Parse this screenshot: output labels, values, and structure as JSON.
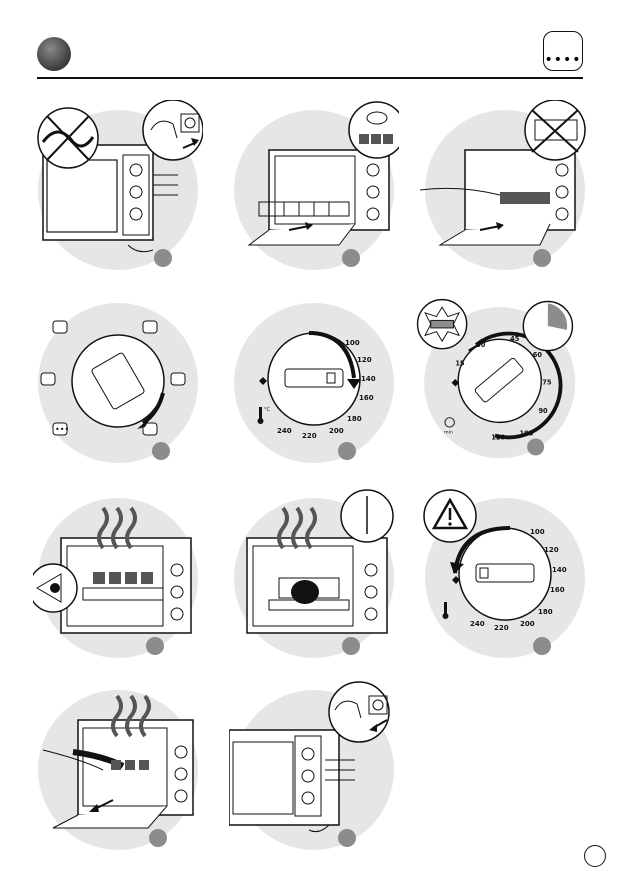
{
  "header": {
    "mode_symbol": "••••"
  },
  "temperature_dial": {
    "unit": "°C",
    "marks": [
      "100",
      "120",
      "140",
      "160",
      "180",
      "200",
      "220",
      "240"
    ]
  },
  "timer_dial": {
    "unit": "min",
    "marks": [
      "15",
      "30",
      "45",
      "60",
      "75",
      "90",
      "105",
      "120"
    ]
  },
  "colors": {
    "circle_bg": "#e6e6e6",
    "line": "#111111",
    "step_bullet": "#8c8c8c"
  }
}
